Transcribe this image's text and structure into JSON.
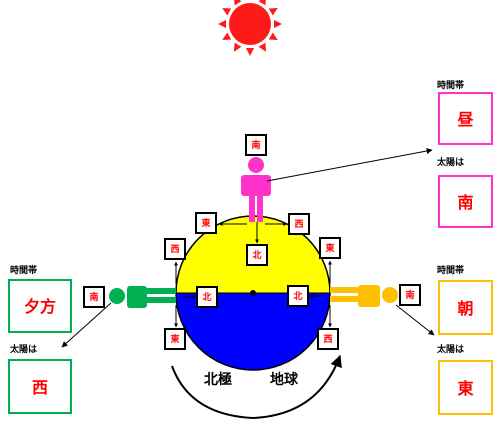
{
  "sun": {
    "color": "#ff1a1a"
  },
  "earth": {
    "top_color": "#ffff00",
    "bottom_color": "#0000ff",
    "label_north_pole": "北極",
    "label_earth": "地球"
  },
  "people": {
    "top": {
      "color": "#ff33cc",
      "head_dir": "南",
      "left_dir": "東",
      "right_dir": "西",
      "foot_dir": "北"
    },
    "left": {
      "color": "#00b050",
      "head_dir": "南",
      "top_dir": "西",
      "bottom_dir": "東",
      "foot_dir": "北"
    },
    "right": {
      "color": "#ffc000",
      "head_dir": "南",
      "top_dir": "東",
      "bottom_dir": "西",
      "foot_dir": "北"
    }
  },
  "panels": {
    "noon": {
      "caption_time": "時間帯",
      "time": "昼",
      "caption_sun": "太陽は",
      "sun_dir": "南",
      "color": "#ff33cc"
    },
    "evening": {
      "caption_time": "時間帯",
      "time": "夕方",
      "caption_sun": "太陽は",
      "sun_dir": "西",
      "color": "#00b050"
    },
    "morning": {
      "caption_time": "時間帯",
      "time": "朝",
      "caption_sun": "太陽は",
      "sun_dir": "東",
      "color": "#ffc000"
    }
  }
}
